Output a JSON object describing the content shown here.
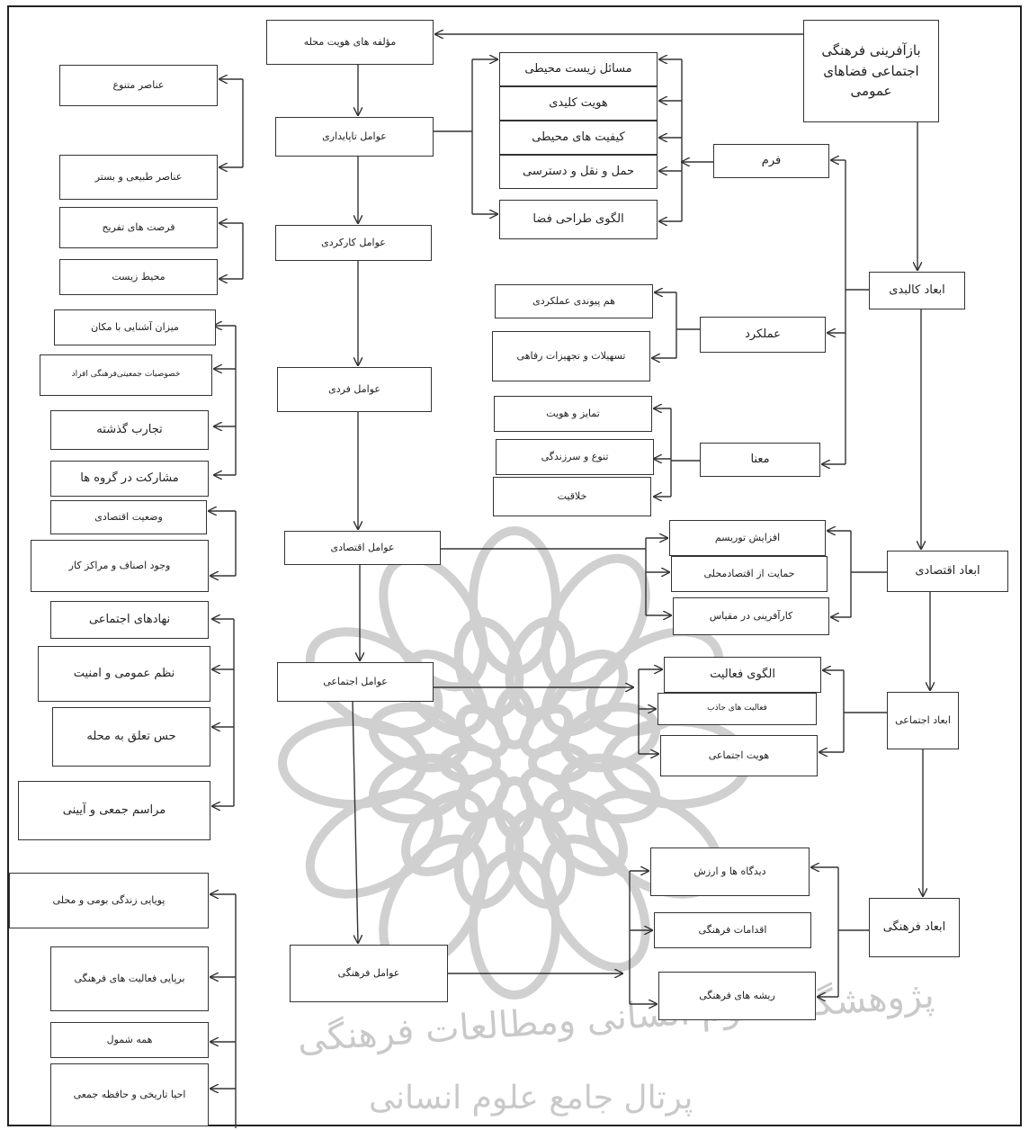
{
  "colors": {
    "line": "#333333",
    "watermark": "#d0d0d0"
  },
  "title": "بازآفرینی فرهنگی اجتماعی فضاهای عمومی",
  "dimensions": {
    "physical": "ابعاد کالبدی",
    "economic": "ابعاد اقتصادی",
    "social": "ابعاد اجتماعی",
    "cultural": "ابعاد فرهنگی"
  },
  "physical_subs": {
    "form": "فرم",
    "function": "عملکرد",
    "meaning": "معنا"
  },
  "form_items": [
    "مسائل زیست محیطی",
    "هویت کلیدی",
    "کیفیت های محیطی",
    "حمل و نقل و دسترسی",
    "الگوی طراحی فضا"
  ],
  "function_items": [
    "هم پیوندی عملکردی",
    "تسهیلات و تجهیزات رفاهی"
  ],
  "meaning_items": [
    "تمایز و هویت",
    "تنوع و سرزندگی",
    "خلاقیت"
  ],
  "economic_items": [
    "افزایش توریسم",
    "حمایت از اقتصادمحلی",
    "کارآفرینی در مقیاس"
  ],
  "social_items": [
    "الگوی فعالیت",
    "فعالیت های جاذب",
    "هویت اجتماعی"
  ],
  "cultural_items": [
    "دیدگاه ها و ارزش",
    "اقدامات فرهنگی",
    "ریشه های فرهنگی"
  ],
  "center": {
    "identity": "مؤلفه های هویت محله",
    "sustainability": "عوامل تاپایداری",
    "functional": "عوامل کارکردی",
    "individual": "عوامل فردی",
    "economic": "عوامل اقتصادی",
    "social": "عوامل اجتماعی",
    "cultural": "عوامل فرهنگی"
  },
  "left_items": [
    "عناصر متنوع",
    "عناصر طبیعی و بستر",
    "فرصت های تفریح",
    "محیط زیست",
    "میزان آشنایی با مکان",
    "خصوصیات جمعیتی‌فرهنگی افراد",
    "تجارب گذشته",
    "مشارکت در گروه ها",
    "وضعیت اقتصادی",
    "وجود اصناف و مراکز کار",
    "نهادهای اجتماعی",
    "نظم عمومی و امنیت",
    "حس تعلق به محله",
    "مراسم جمعی و آیینی",
    "پویایی زندگی بومی و محلی",
    "برپایی فعالیت های فرهنگی",
    "همه شمول",
    "احیا تاریخی و حافظه جمعی"
  ],
  "watermark": {
    "line1": "پژوهشگاه علوم انسانی ومطالعات فرهنگی",
    "line2": "پرتال جامع علوم انسانی"
  }
}
